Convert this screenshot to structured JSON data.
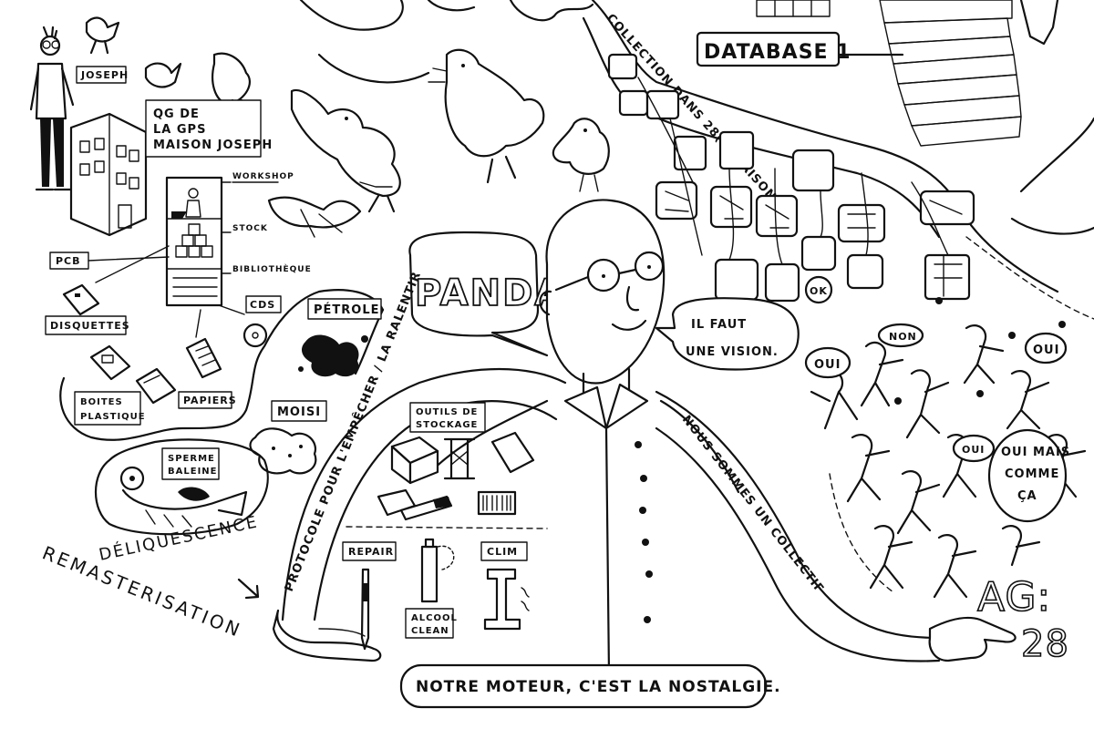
{
  "labels": {
    "joseph": "JOSEPH",
    "qg": [
      "QG DE",
      "LA GPS",
      "MAISON JOSEPH"
    ],
    "workshop": "WORKSHOP",
    "stock": "STOCK",
    "bibliotheque": "BIBLIOTHÈQUE",
    "pcb": "PCB",
    "disquettes": "DISQUETTES",
    "boites": [
      "BOITES",
      "PLASTIQUE"
    ],
    "papiers": "PAPIERS",
    "cds": "CDS",
    "petrole": "PÉTROLE",
    "moisi": "MOISI",
    "sperme": [
      "SPERME",
      "BALEINE"
    ],
    "deliquescence": "DÉLIQUESCENCE",
    "remasterisation": "REMASTERISATION",
    "panda": "PANDA",
    "vision": [
      "IL FAUT",
      "UNE VISION."
    ],
    "database": "DATABASE 1",
    "collection": "COLLECTION DANS 28(?) MAISONS",
    "protocole": "PROTOCOLE POUR L'EMPÊCHER / LA RALENTIR",
    "collectif": "NOUS SOMMES UN COLLECTIF",
    "outils": [
      "OUTILS DE",
      "STOCKAGE"
    ],
    "repair": "REPAIR",
    "clim": "CLIM",
    "alcool": [
      "ALCOOL",
      "CLEAN"
    ],
    "nostalgie": "NOTRE MOTEUR, C'EST LA NOSTALGIE.",
    "oui1": "OUI",
    "non": "NON",
    "oui2": "OUI",
    "oui3": "OUI",
    "ouimais": [
      "OUI MAIS",
      "COMME",
      "ÇA"
    ],
    "ok": "OK",
    "ag": "AG:",
    "ag_num": "28"
  },
  "colors": {
    "ink": "#111111",
    "paper": "#ffffff"
  }
}
